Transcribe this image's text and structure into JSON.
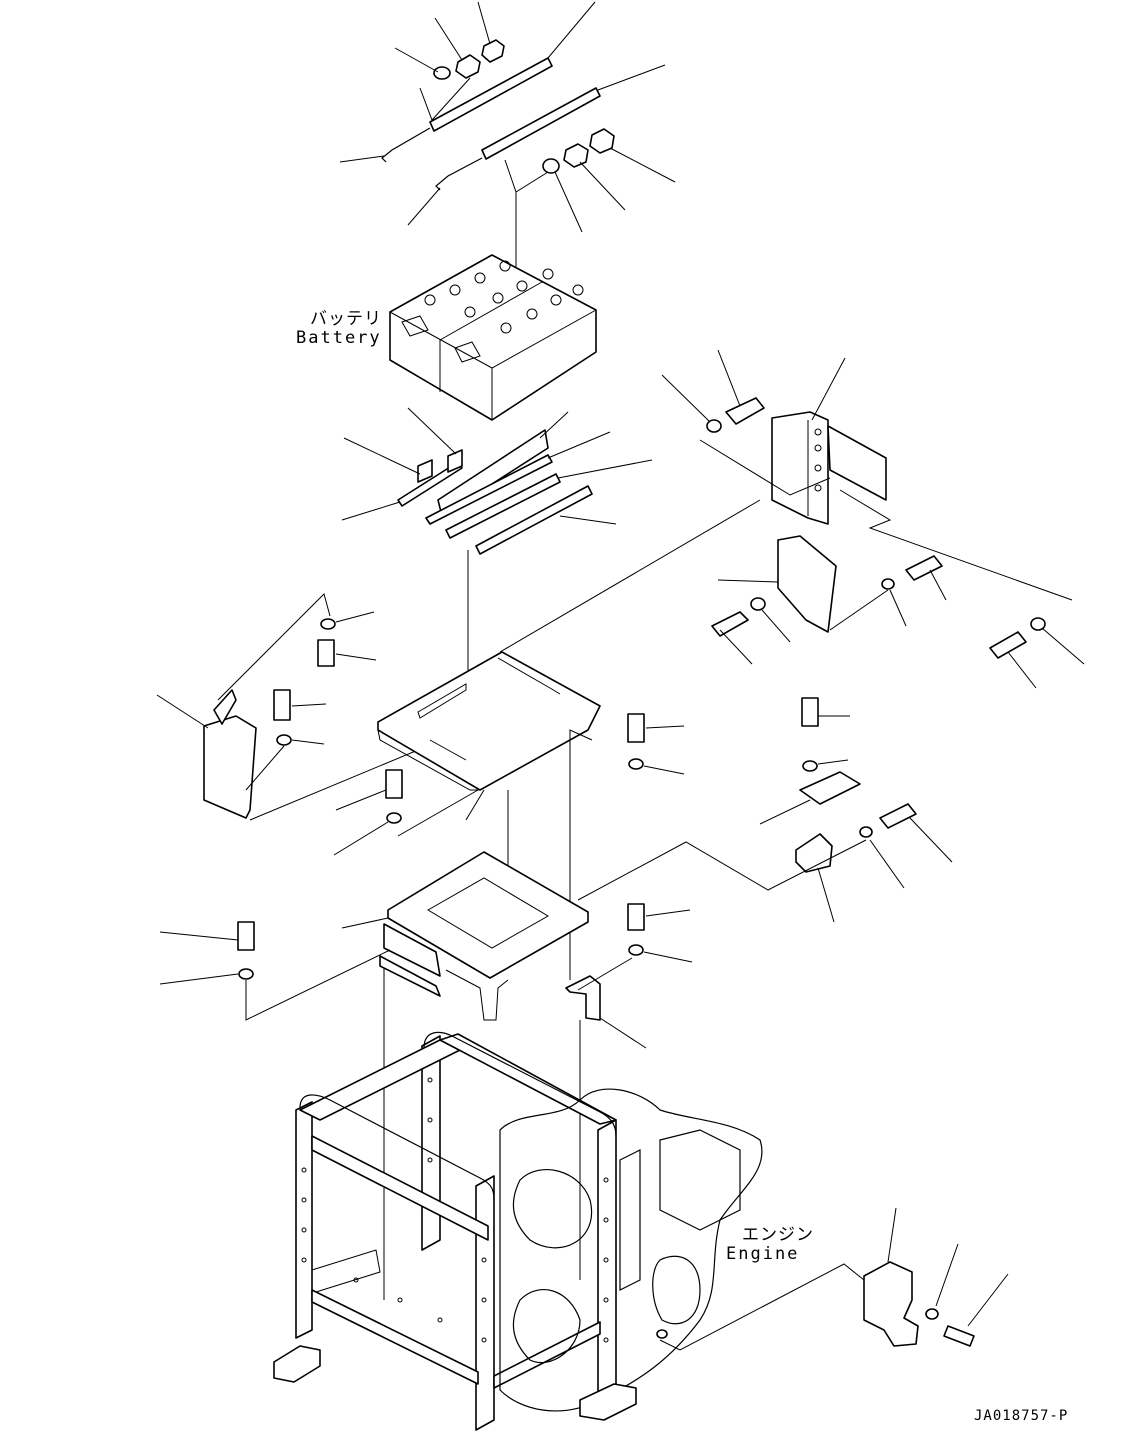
{
  "labels": {
    "battery_jp": "バッテリ",
    "battery_en": "Battery",
    "engine_jp": "エンジン",
    "engine_en": "Engine",
    "drawing_code": "JA018757-P"
  }
}
